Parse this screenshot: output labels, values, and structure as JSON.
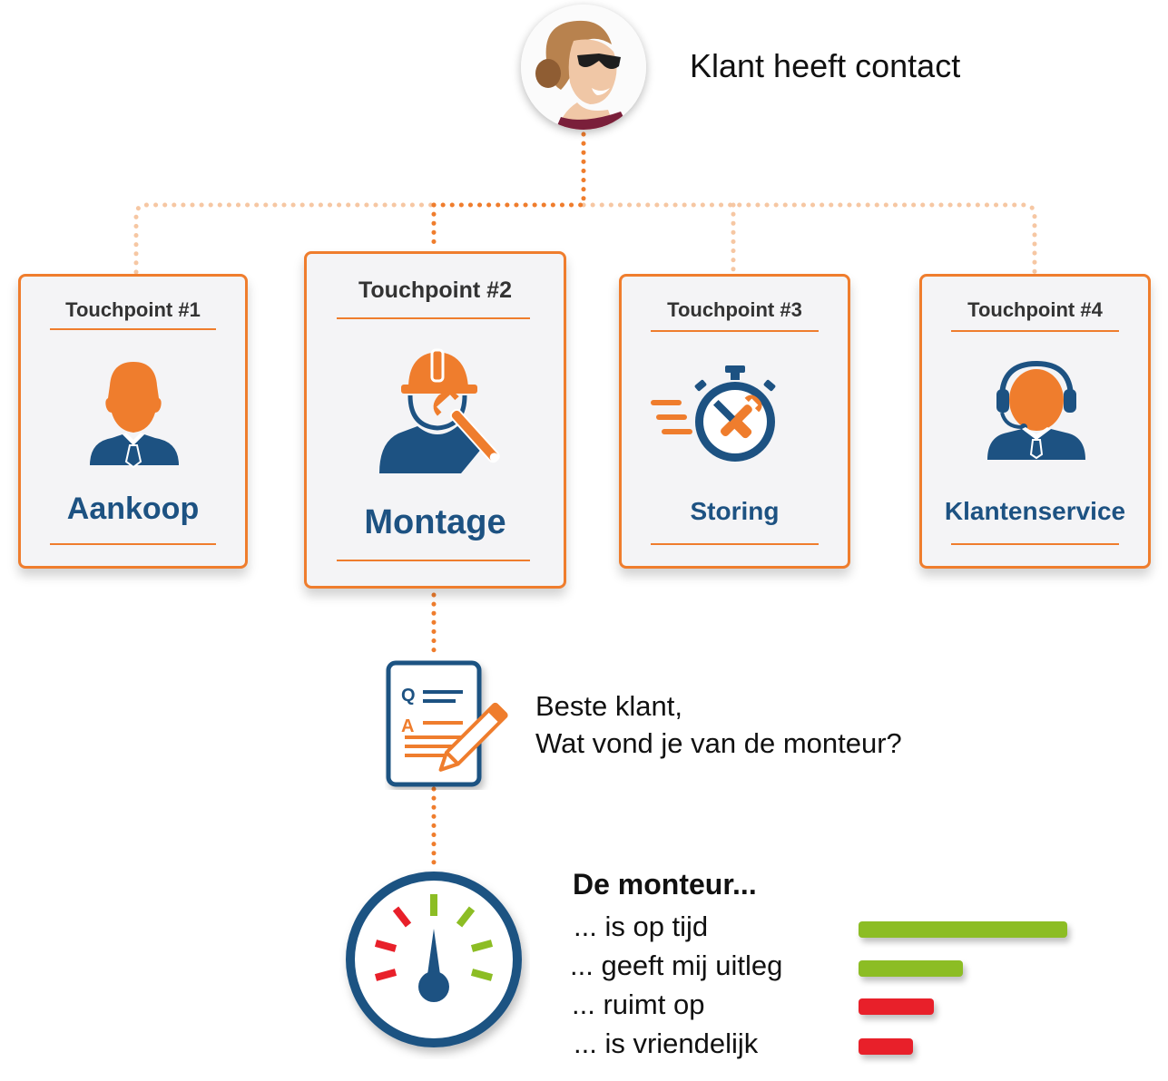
{
  "header": {
    "text": "Klant heeft contact",
    "avatar_icon": "smiling-woman-photo"
  },
  "touchpoints": [
    {
      "heading": "Touchpoint #1",
      "title": "Aankoop",
      "icon": "businessman-icon"
    },
    {
      "heading": "Touchpoint #2",
      "title": "Montage",
      "icon": "mechanic-wrench-icon"
    },
    {
      "heading": "Touchpoint #3",
      "title": "Storing",
      "icon": "stopwatch-tools-icon"
    },
    {
      "heading": "Touchpoint #4",
      "title": "Klantenservice",
      "icon": "headset-agent-icon"
    }
  ],
  "survey": {
    "icon": "questionnaire-icon",
    "letter_q": "Q",
    "letter_a": "A",
    "line1": "Beste klant,",
    "line2": "Wat vond je van de monteur?"
  },
  "results": {
    "gauge_icon": "speedometer-icon",
    "title": "De monteur...",
    "items": [
      {
        "label": "... is op tijd",
        "score": 1.0,
        "color": "#8cbd24"
      },
      {
        "label": "... geeft mij uitleg",
        "score": 0.5,
        "color": "#8cbd24"
      },
      {
        "label": "... ruimt op",
        "score": 0.36,
        "color": "#e8202a"
      },
      {
        "label": "... is vriendelijk",
        "score": 0.26,
        "color": "#e8202a"
      }
    ]
  },
  "colors": {
    "accent": "#ef7d2d",
    "navy": "#1d5282",
    "card_bg": "#f4f4f6",
    "green": "#8cbd24",
    "red": "#e8202a"
  }
}
